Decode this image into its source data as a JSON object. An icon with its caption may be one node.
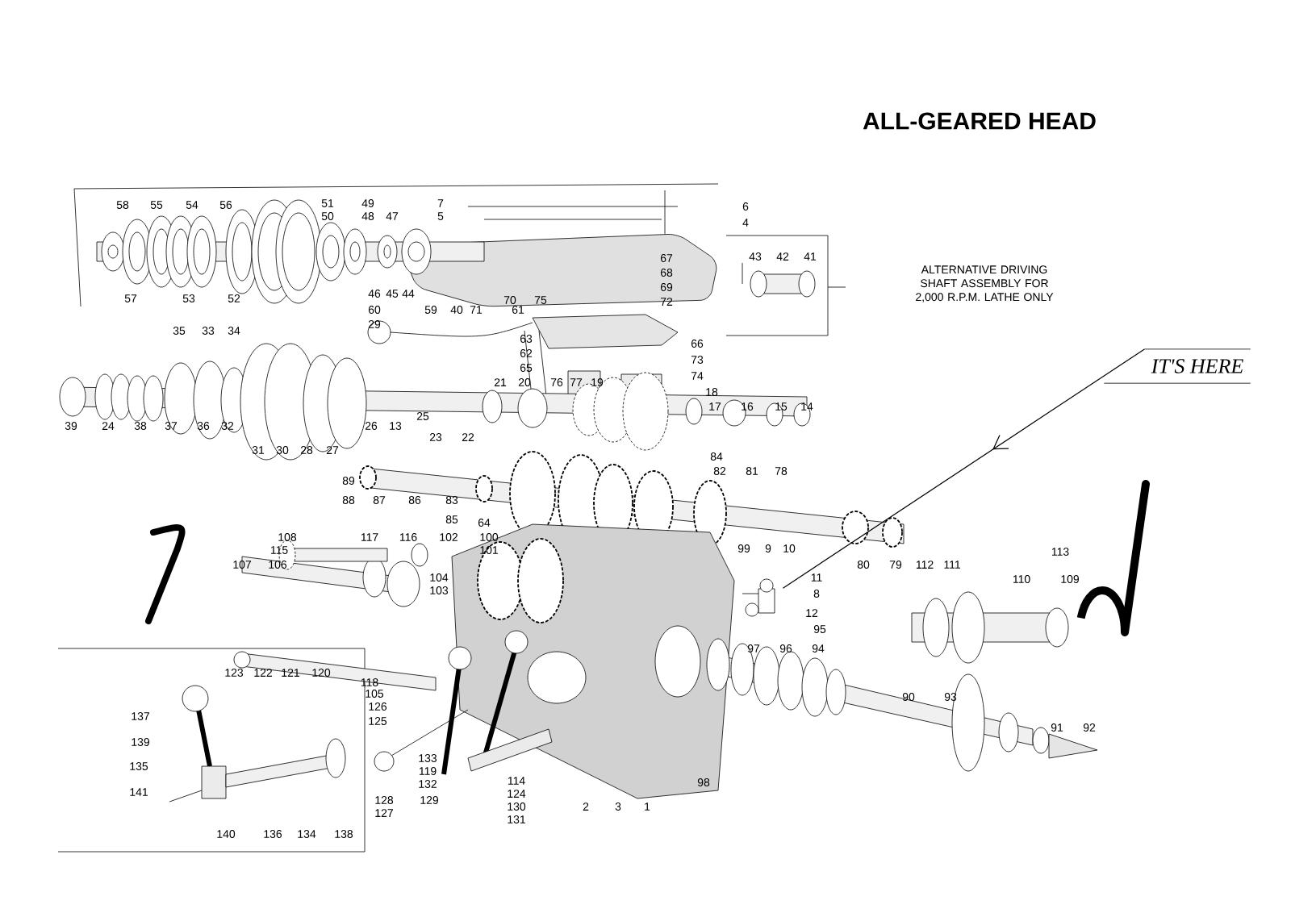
{
  "diagram": {
    "title": "ALL-GEARED HEAD",
    "nodes": [
      {
        "text": [
          "IT'S HERE"
        ]
      },
      {
        "text": [],
        "shape": "picture"
      }
    ],
    "edges": [
      {
        "from": 0,
        "to": 1,
        "arrow": "to"
      }
    ],
    "labels": [
      "58",
      "55",
      "54",
      "56",
      "51",
      "49",
      "7",
      "6",
      "50",
      "48",
      "47",
      "5",
      "4",
      "67",
      "43",
      "42",
      "41",
      "68",
      "69",
      "ALTERNATIVE DRIVING SHAFT ASSEMBLY FOR 2,000 R.P.M. LATHE ONLY",
      "57",
      "53",
      "52",
      "46",
      "45",
      "44",
      "70",
      "75",
      "72",
      "60",
      "59",
      "40",
      "71",
      "61",
      "29",
      "35",
      "33",
      "34",
      "63",
      "66",
      "62",
      "73",
      "65",
      "74",
      "21",
      "20",
      "76",
      "77",
      "19",
      "18",
      "17",
      "16",
      "15",
      "14",
      "25",
      "39",
      "24",
      "38",
      "37",
      "36",
      "32",
      "26",
      "13",
      "23",
      "22",
      "31",
      "30",
      "28",
      "27",
      "84",
      "82",
      "81",
      "78",
      "89",
      "88",
      "87",
      "86",
      "83",
      "85",
      "64",
      "108",
      "117",
      "116",
      "102",
      "100",
      "115",
      "101",
      "99",
      "9",
      "10",
      "113",
      "107",
      "106",
      "80",
      "79",
      "112",
      "111",
      "104",
      "11",
      "110",
      "109",
      "103",
      "8",
      "12",
      "95",
      "97",
      "96",
      "94",
      "123",
      "122",
      "121",
      "120",
      "118",
      "105",
      "90",
      "93",
      "126",
      "137",
      "125",
      "91",
      "92",
      "139",
      "133",
      "135",
      "119",
      "132",
      "114",
      "98",
      "141",
      "124",
      "128",
      "129",
      "130",
      "2",
      "3",
      "1",
      "127",
      "131",
      "140",
      "136",
      "134",
      "138"
    ]
  }
}
